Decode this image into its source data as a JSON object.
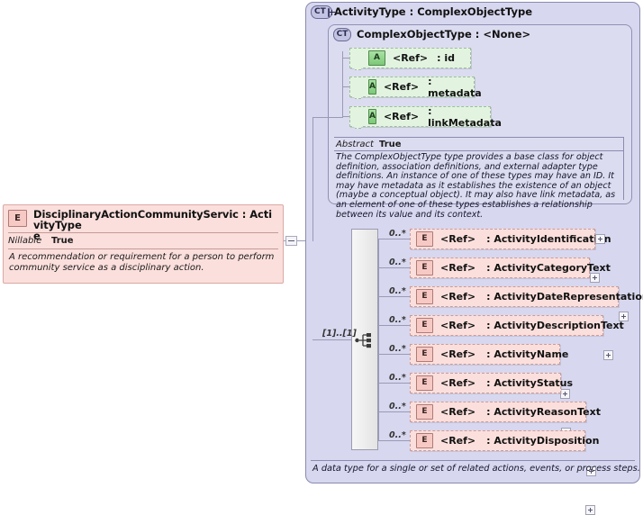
{
  "left_element": {
    "icon": "element-icon-E",
    "icon_label": "E",
    "title": "DisciplinaryActionCommunityServic : ActivityType",
    "title_wrap": "e",
    "facet_name": "Nillable",
    "facet_value": "True",
    "documentation": "A recommendation or requirement for a person to perform community service as a disciplinary action."
  },
  "connector": {
    "collapse_icon": "minus-icon"
  },
  "panel": {
    "icon_label": "CT",
    "icon": "complextype-expand-icon",
    "title": "ActivityType : ComplexObjectType",
    "footer_documentation": "A data type for a single or set of related actions, events, or process steps."
  },
  "inner_panel": {
    "icon_label": "CT",
    "icon": "complextype-icon",
    "title": "ComplexObjectType : <None>",
    "attributes": [
      {
        "icon_label": "A",
        "ref": "<Ref>",
        "name": ": id"
      },
      {
        "icon_label": "A",
        "ref": "<Ref>",
        "name": ": metadata"
      },
      {
        "icon_label": "A",
        "ref": "<Ref>",
        "name": ": linkMetadata"
      }
    ],
    "facet_name": "Abstract",
    "facet_value": "True",
    "documentation": "The ComplexObjectType type provides a base class for object definition, association definitions, and external adapter type definitions. An instance of one of these types may have an ID. It may have metadata as it establishes the existence of an object (maybe a conceptual object). It may also have link metadata, as an element of one of these types establishes a relationship between its value and its context."
  },
  "compositor": {
    "icon": "sequence-icon",
    "multiplicity": "[1]..[1]"
  },
  "elements": [
    {
      "occurrence": "0..*",
      "icon_label": "E",
      "ref": "<Ref>",
      "name": ": ActivityIdentification",
      "expand": "plus-icon"
    },
    {
      "occurrence": "0..*",
      "icon_label": "E",
      "ref": "<Ref>",
      "name": ": ActivityCategoryText",
      "expand": "plus-icon"
    },
    {
      "occurrence": "0..*",
      "icon_label": "E",
      "ref": "<Ref>",
      "name": ": ActivityDateRepresentation",
      "expand": "plus-icon"
    },
    {
      "occurrence": "0..*",
      "icon_label": "E",
      "ref": "<Ref>",
      "name": ": ActivityDescriptionText",
      "expand": "plus-icon"
    },
    {
      "occurrence": "0..*",
      "icon_label": "E",
      "ref": "<Ref>",
      "name": ": ActivityName",
      "expand": "plus-icon"
    },
    {
      "occurrence": "0..*",
      "icon_label": "E",
      "ref": "<Ref>",
      "name": ": ActivityStatus",
      "expand": "plus-icon"
    },
    {
      "occurrence": "0..*",
      "icon_label": "E",
      "ref": "<Ref>",
      "name": ": ActivityReasonText",
      "expand": "plus-icon"
    },
    {
      "occurrence": "0..*",
      "icon_label": "E",
      "ref": "<Ref>",
      "name": ": ActivityDisposition",
      "expand": "plus-icon"
    }
  ],
  "colors": {
    "panel_bg": "#d7d7ef",
    "inner_bg": "#dcdcf1",
    "element_bg": "#fbdfdc",
    "attribute_bg": "#e2f4e0",
    "line": "#9a9ab5"
  }
}
